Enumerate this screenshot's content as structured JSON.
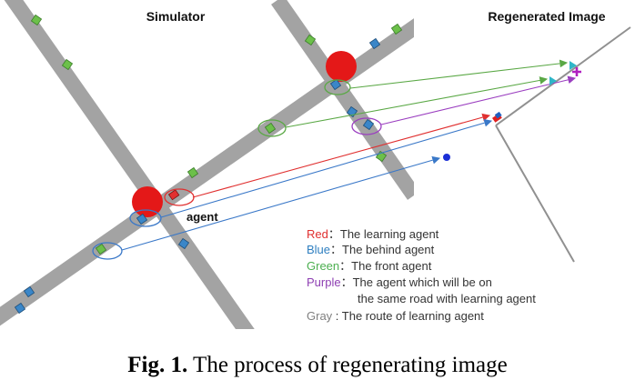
{
  "titles": {
    "simulator": "Simulator",
    "regenerated": "Regenerated Image"
  },
  "agent_label": "agent",
  "legend": [
    {
      "key": "Red",
      "sep": "：",
      "text": "The learning agent",
      "color": "#e03030"
    },
    {
      "key": "Blue",
      "sep": "：",
      "text": "The behind agent",
      "color": "#2f7fc0"
    },
    {
      "key": "Green",
      "sep": "：",
      "text": "The front agent",
      "color": "#4caf50"
    },
    {
      "key": "Purple",
      "sep": "：",
      "text": "The agent which will be on",
      "color": "#8e3fb3"
    },
    {
      "key": "",
      "sep": "",
      "text": "the same road with learning agent",
      "color": "#333333"
    },
    {
      "key": "Gray",
      "sep": " : ",
      "text": "The route of learning agent",
      "color": "#808080"
    }
  ],
  "caption": {
    "label": "Fig. 1.",
    "text": "The process of regenerating image"
  },
  "colors": {
    "road": "#a3a3a3",
    "red": "#e02020",
    "blue": "#2f7fc0",
    "green": "#5aa845",
    "purple": "#9b3fc0",
    "gray": "#808080"
  }
}
